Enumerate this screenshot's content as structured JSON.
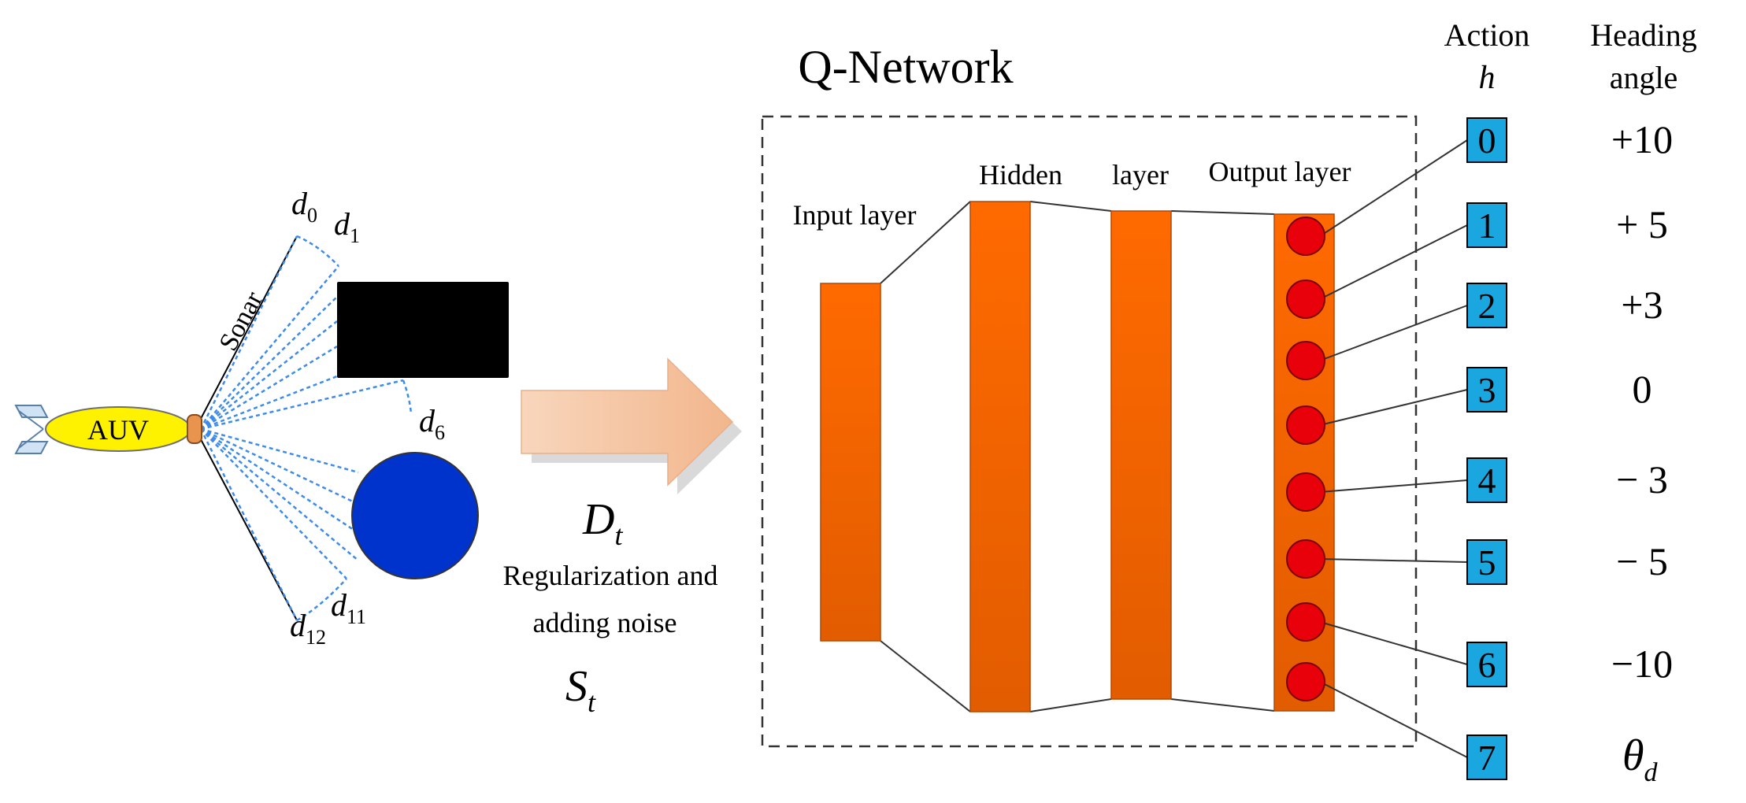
{
  "title": "Q-Network",
  "sensor": {
    "vehicle_label": "AUV",
    "sonar_label": "Sonar",
    "beam_labels": [
      {
        "base": "d",
        "sub": "0"
      },
      {
        "base": "d",
        "sub": "1"
      },
      {
        "base": "d",
        "sub": "6"
      },
      {
        "base": "d",
        "sub": "11"
      },
      {
        "base": "d",
        "sub": "12"
      }
    ]
  },
  "transition": {
    "input_symbol": {
      "base": "D",
      "sub": "t"
    },
    "process_line1": "Regularization and",
    "process_line2": "adding noise",
    "output_symbol": {
      "base": "S",
      "sub": "t"
    }
  },
  "network": {
    "input_layer_label": "Input layer",
    "hidden_label": "Hidden",
    "layer_label": "layer",
    "output_layer_label": "Output layer"
  },
  "actions": {
    "header_line1": "Action",
    "header_symbol": "h",
    "angle_header_line1": "Heading",
    "angle_header_line2": "angle",
    "items": [
      {
        "index": "0",
        "angle": "+10"
      },
      {
        "index": "1",
        "angle": "+ 5"
      },
      {
        "index": "2",
        "angle": "+3"
      },
      {
        "index": "3",
        "angle": "0"
      },
      {
        "index": "4",
        "angle": "− 3"
      },
      {
        "index": "5",
        "angle": "− 5"
      },
      {
        "index": "6",
        "angle": "−10"
      },
      {
        "index": "7",
        "angle": {
          "base": "θ",
          "sub": "d"
        }
      }
    ]
  },
  "colors": {
    "layer_orange": "#FF6A00",
    "neuron_red": "#E8000B",
    "action_box": "#1AA7E0",
    "obstacle_rect": "#000000",
    "obstacle_circle": "#0033CC",
    "auv_body": "#FFF200",
    "sonar_beam": "#3D8BEA",
    "arrow_fill": "#F6C9A8"
  }
}
